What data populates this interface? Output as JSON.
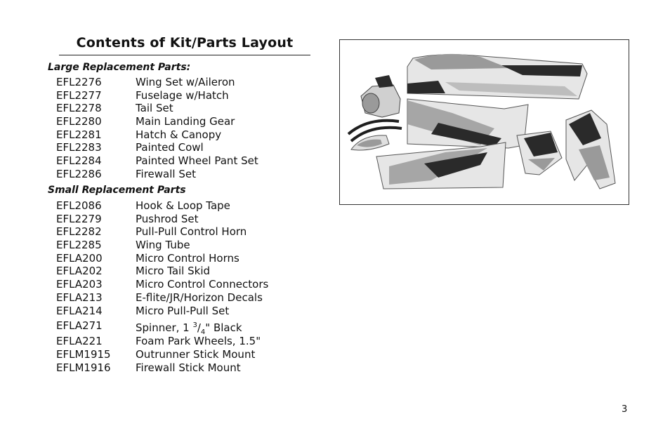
{
  "page": {
    "title": "Contents of Kit/Parts Layout",
    "page_number": "3"
  },
  "large_parts": {
    "heading": "Large Replacement Parts:",
    "items": [
      {
        "code": "EFL2276",
        "desc": "Wing Set w/Aileron"
      },
      {
        "code": "EFL2277",
        "desc": "Fuselage w/Hatch"
      },
      {
        "code": "EFL2278",
        "desc": "Tail Set"
      },
      {
        "code": "EFL2280",
        "desc": "Main Landing Gear"
      },
      {
        "code": "EFL2281",
        "desc": "Hatch & Canopy"
      },
      {
        "code": "EFL2283",
        "desc": "Painted Cowl"
      },
      {
        "code": "EFL2284",
        "desc": "Painted Wheel Pant Set"
      },
      {
        "code": "EFL2286",
        "desc": "Firewall Set"
      }
    ]
  },
  "small_parts": {
    "heading": "Small Replacement Parts",
    "items": [
      {
        "code": "EFL2086",
        "desc": "Hook & Loop Tape"
      },
      {
        "code": "EFL2279",
        "desc": "Pushrod Set"
      },
      {
        "code": "EFL2282",
        "desc": "Pull-Pull Control Horn"
      },
      {
        "code": "EFL2285",
        "desc": "Wing Tube"
      },
      {
        "code": "EFLA200",
        "desc": "Micro Control Horns"
      },
      {
        "code": "EFLA202",
        "desc": "Micro Tail Skid"
      },
      {
        "code": "EFLA203",
        "desc": "Micro Control Connectors"
      },
      {
        "code": "EFLA213",
        "desc": "E-flite/JR/Horizon Decals"
      },
      {
        "code": "EFLA214",
        "desc": "Micro Pull-Pull Set"
      }
    ],
    "spinner": {
      "code": "EFLA271",
      "desc_prefix": "Spinner, 1 ",
      "frac_num": "3",
      "frac_den": "4",
      "desc_suffix": "\" Black"
    },
    "items_after": [
      {
        "code": "EFLA221",
        "desc": "Foam Park Wheels, 1.5\""
      },
      {
        "code": "EFLM1915",
        "desc": "Outrunner Stick Mount"
      },
      {
        "code": "EFLM1916",
        "desc": "Firewall Stick Mount"
      }
    ]
  },
  "colors": {
    "text": "#111111",
    "rule": "#222222",
    "frame_border": "#333333",
    "part_light": "#e6e6e6",
    "part_mid": "#9a9a9a",
    "part_dark": "#2a2a2a"
  }
}
